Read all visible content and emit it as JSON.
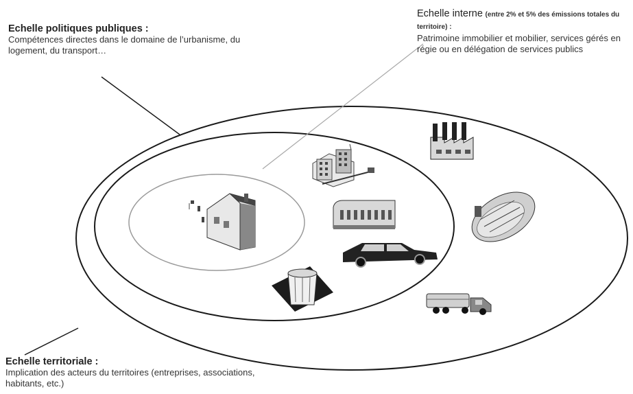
{
  "labels": {
    "politiques": {
      "title": "Echelle politiques publiques :",
      "description": "Compétences directes dans le domaine de l’urbanisme, du logement, du transport…"
    },
    "interne": {
      "title": "Echelle interne",
      "note": "(entre 2% et 5% des émissions totales du territoire) :",
      "description": "Patrimoine immobilier et mobilier, services gérés en régie ou en délégation de services publics"
    },
    "territoriale": {
      "title": "Echelle territoriale :",
      "description": "Implication des acteurs du territoires (entreprises, associations, habitants, etc.)"
    }
  },
  "icons": {
    "house": "house-icon",
    "apartments": "apartment-buildings-icon",
    "factory": "factory-icon",
    "school": "school-building-icon",
    "farm": "farm-field-icon",
    "car": "car-icon",
    "bin": "trash-bin-icon",
    "truck": "truck-icon"
  },
  "colors": {
    "ellipse_stroke": "#1a1a1a",
    "inner_ellipse_stroke": "#9a9a9a",
    "leader_line": "#a8a8a8"
  }
}
